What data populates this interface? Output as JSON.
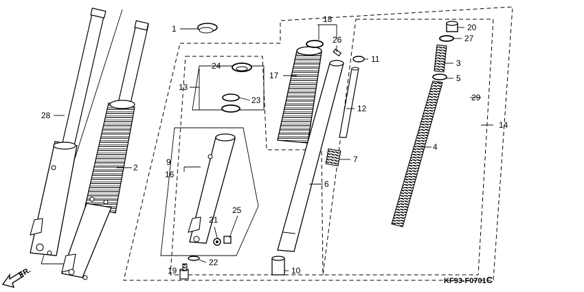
{
  "diagram": {
    "code": "KF93-F0701",
    "code_suffix": "C",
    "front_label": "FR.",
    "labels": {
      "p1": "1",
      "p2": "2",
      "p3": "3",
      "p4": "4",
      "p5": "5",
      "p6": "6",
      "p7": "7",
      "p9": "9",
      "p10": "10",
      "p11": "11",
      "p12": "12",
      "p13": "13",
      "p14": "14",
      "p16": "16",
      "p17": "17",
      "p18": "18",
      "p19": "19",
      "p20": "20",
      "p21": "21",
      "p22": "22",
      "p23": "23",
      "p24": "24",
      "p25": "25",
      "p26": "26",
      "p27": "27",
      "p28": "28",
      "p29": "29"
    }
  }
}
